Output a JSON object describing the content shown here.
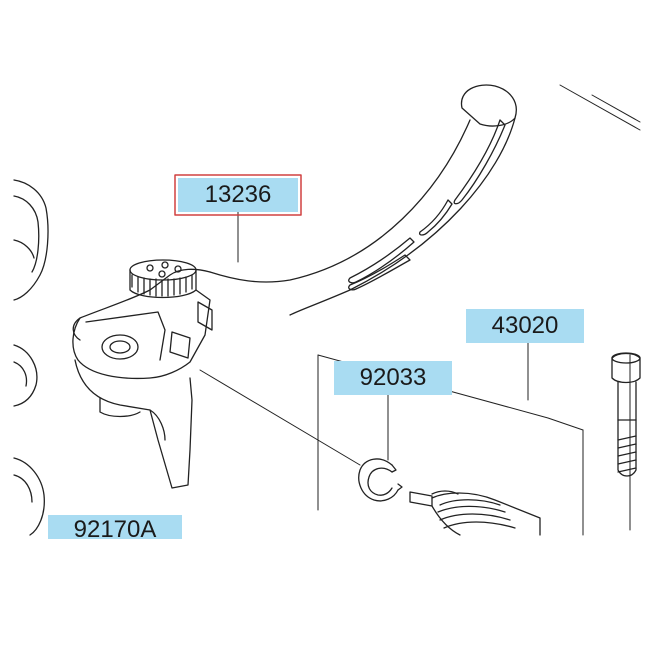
{
  "diagram": {
    "parts": [
      {
        "number": "13236",
        "selected": true
      },
      {
        "number": "43020",
        "selected": false
      },
      {
        "number": "92033",
        "selected": false
      },
      {
        "number": "92170A",
        "selected": false
      }
    ]
  },
  "colors": {
    "label_fill": "#a9dcf2",
    "selected_outline": "#d04040",
    "line": "#222222"
  }
}
